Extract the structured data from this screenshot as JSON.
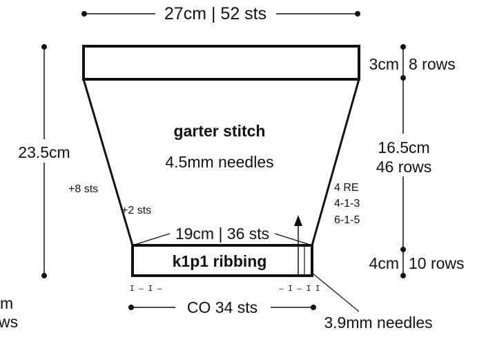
{
  "colors": {
    "ink": "#111111",
    "background": "#ffffff"
  },
  "top_width": "27cm | 52 sts",
  "band_rows": {
    "cm": "3cm",
    "rows": "8 rows"
  },
  "total_height": "23.5cm",
  "body": {
    "stitch": "garter stitch",
    "needles": "4.5mm needles"
  },
  "shaping_rows": {
    "cm": "16.5cm",
    "rows": "46 rows"
  },
  "increases": {
    "outer": "+8 sts",
    "inner": "+2 sts"
  },
  "shaping_notes": [
    "4 RE",
    "4-1-3",
    "6-1-5"
  ],
  "ribbing_width": "19cm | 36 sts",
  "ribbing": {
    "stitch": "k1p1 ribbing",
    "needles": "3.9mm needles"
  },
  "ribbing_rows": {
    "cm": "4cm",
    "rows": "10 rows"
  },
  "cast_on": "CO 34 sts",
  "rib_marks": {
    "left": "I – I –",
    "right": "– I – I I"
  },
  "cutoff_left": {
    "line1": "m",
    "line2": "ws"
  }
}
